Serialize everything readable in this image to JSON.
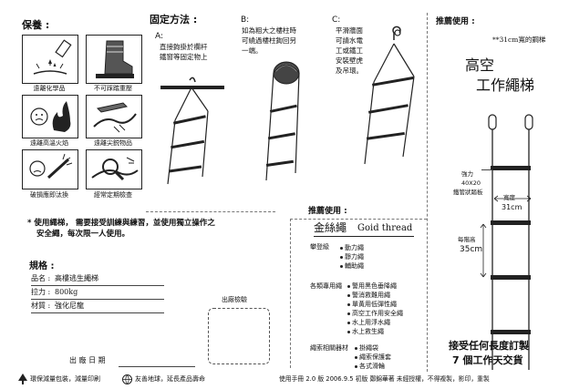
{
  "maintenance": {
    "title": "保養 :",
    "cells": [
      {
        "caption": "遠離化學品",
        "icon": "chemical-drop-icon"
      },
      {
        "caption": "不可踩踏重壓",
        "icon": "boot-trample-icon"
      },
      {
        "caption": "遠離高溫火焰",
        "icon": "fire-icon"
      },
      {
        "caption": "遠離尖鋭物品",
        "icon": "sharp-blade-icon"
      },
      {
        "caption": "破損應即汰換",
        "icon": "damaged-rope-icon"
      },
      {
        "caption": "經常定期檢查",
        "icon": "magnifier-inspect-icon"
      }
    ]
  },
  "fixing": {
    "title": "固定方法 :",
    "a_label": "A:",
    "a_text": [
      "直接鉤掛於欄杆",
      "鐵窗等固定物上"
    ],
    "b_label": "B:",
    "b_text": [
      "如為粗大之樓柱時",
      "可繞過樓柱鉤回另",
      "一端。"
    ],
    "c_label": "C:",
    "c_text": [
      "平滑牆面",
      "可請水電",
      "工或鐵工",
      "安裝壁虎",
      "及吊環。"
    ]
  },
  "usage_note": [
    "* 使用繩梯， 需要接受訓練與練習，並使用獨立操作之",
    "安全繩，每次限一人使用。"
  ],
  "spec": {
    "title": "規格 :",
    "rows": [
      {
        "label": "品名 :",
        "value": "高樓逃生繩梯"
      },
      {
        "label": "拉力 :",
        "value": "800kg"
      },
      {
        "label": "材質 :",
        "value": "強化尼龍"
      }
    ]
  },
  "inspection_label": "出廠檢驗",
  "factory_date_label": "出 廠 日 期",
  "recommended": {
    "title": "推薦使用 :",
    "brand_cn": "金絲繩",
    "brand_en": "Goid thread",
    "groups": [
      {
        "label": "攀登級",
        "items": [
          "動力繩",
          "靜力繩",
          "輔助繩"
        ]
      },
      {
        "label": "各類專用繩",
        "items": [
          "警用黑色垂降繩",
          "警消救難用繩",
          "單黃用低彈性繩",
          "高空工作用安全繩",
          "水上用浮水繩",
          "水上救生繩"
        ]
      },
      {
        "label": "繩索相關器材",
        "items": [
          "掛繩袋",
          "繩索保護套",
          "各式滑輪"
        ]
      }
    ]
  },
  "right": {
    "title": "推薦使用 :",
    "sub": "**31cm寬的鋼梯",
    "product_line1": "高空",
    "product_line2": "工作繩梯",
    "strength_label": [
      "強力",
      "40X20",
      "鐵管狀踏板"
    ],
    "width_label": "寬度",
    "width_value": "31cm",
    "spacing_label": "每階高",
    "spacing_value": "35cm",
    "order_line1": "接受任何長度訂製",
    "order_line2": "7 個工作天交貨"
  },
  "footer": {
    "left1": "環保減量包裝，減量印刷",
    "left2": "友善地球，延長產品壽命",
    "right": "使用手冊   2.0 版   2006.9.5 初版   鄭錦華著   未經授權，不得複製，影印，重製"
  }
}
